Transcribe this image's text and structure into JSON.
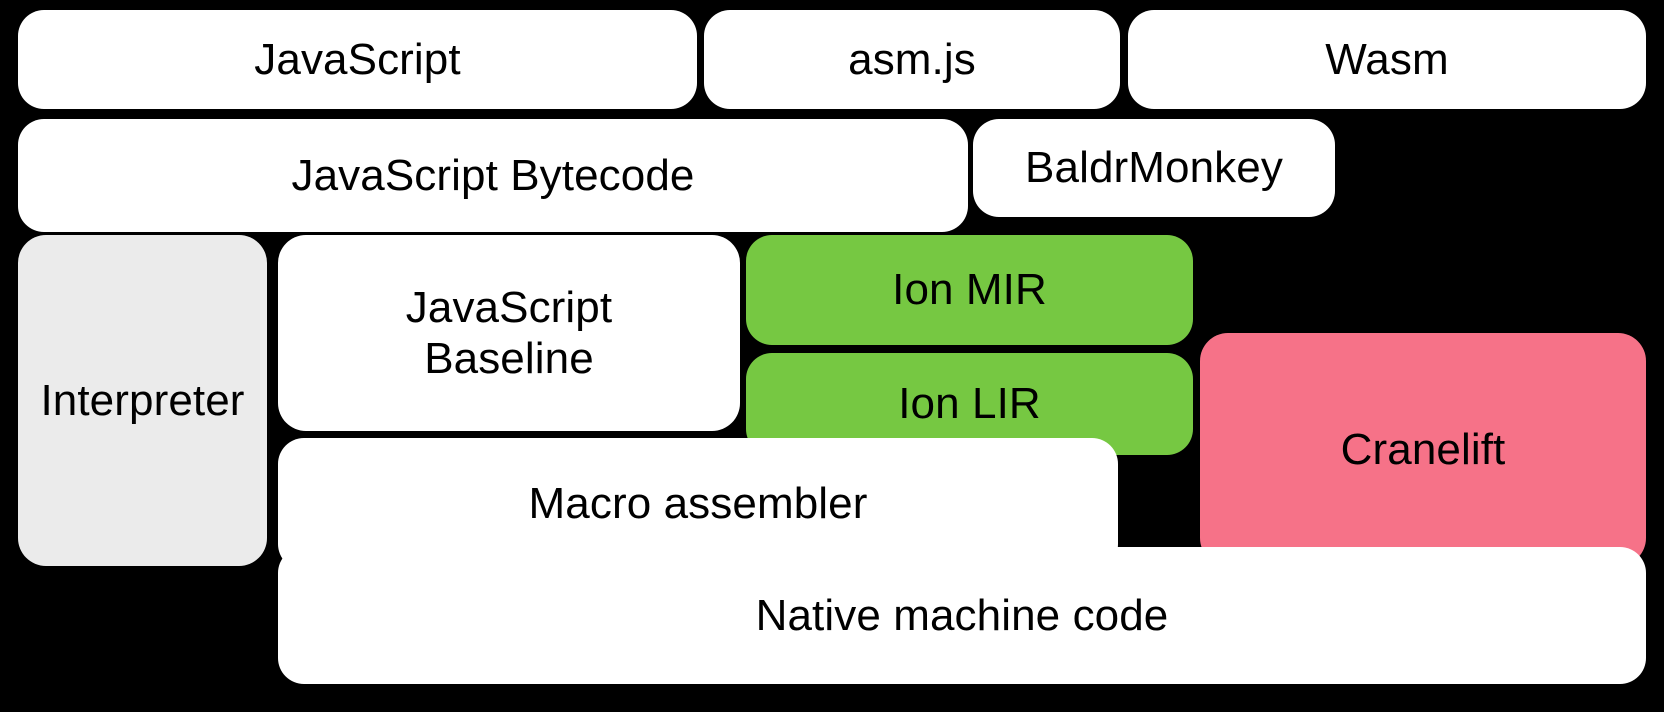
{
  "diagram": {
    "title": "SpiderMonkey compilation pipeline",
    "background_color": "#000000",
    "palette": {
      "white": "#ffffff",
      "gray": "#ebebeb",
      "green": "#76c842",
      "pink": "#f67288",
      "text": "#000000"
    },
    "rows": [
      {
        "name": "source-languages",
        "nodes": [
          "javascript",
          "asmjs",
          "wasm"
        ]
      },
      {
        "name": "intermediate-representations",
        "nodes": [
          "javascript-bytecode",
          "baldrmonkey"
        ]
      },
      {
        "name": "execution-tiers",
        "nodes": [
          "interpreter",
          "javascript-baseline",
          "ion-mir",
          "ion-lir",
          "macro-assembler",
          "cranelift"
        ]
      },
      {
        "name": "output",
        "nodes": [
          "native-machine-code"
        ]
      }
    ],
    "nodes": {
      "javascript": {
        "label": "JavaScript",
        "color": "white"
      },
      "asmjs": {
        "label": "asm.js",
        "color": "white"
      },
      "wasm": {
        "label": "Wasm",
        "color": "white"
      },
      "javascript_bytecode": {
        "label": "JavaScript Bytecode",
        "color": "white"
      },
      "baldrmonkey": {
        "label": "BaldrMonkey",
        "color": "white"
      },
      "interpreter": {
        "label": "Interpreter",
        "color": "gray"
      },
      "javascript_baseline": {
        "label": "JavaScript\nBaseline",
        "color": "white"
      },
      "ion_mir": {
        "label": "Ion MIR",
        "color": "green"
      },
      "ion_lir": {
        "label": "Ion LIR",
        "color": "green"
      },
      "macro_assembler": {
        "label": "Macro assembler",
        "color": "white"
      },
      "cranelift": {
        "label": "Cranelift",
        "color": "pink"
      },
      "native_machine_code": {
        "label": "Native machine code",
        "color": "white"
      }
    }
  }
}
